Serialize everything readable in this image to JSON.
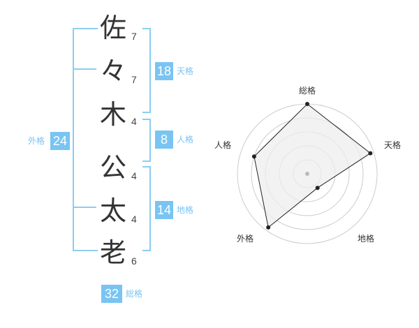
{
  "name": {
    "chars": [
      "佐",
      "々",
      "木",
      "公",
      "太",
      "老"
    ],
    "strokes": [
      "7",
      "7",
      "4",
      "4",
      "4",
      "6"
    ]
  },
  "fortune": {
    "tenkaku": {
      "value": "18",
      "label": "天格"
    },
    "jinkaku": {
      "value": "8",
      "label": "人格"
    },
    "chikaku": {
      "value": "14",
      "label": "地格"
    },
    "gaikaku": {
      "value": "24",
      "label": "外格"
    },
    "soukaku": {
      "value": "32",
      "label": "総格"
    }
  },
  "colors": {
    "accent": "#79c4f2",
    "bracket": "#8ccdf0",
    "polygon_fill": "#eeeeee",
    "grid": "#cccccc"
  },
  "radar": {
    "axes": [
      "総格",
      "天格",
      "地格",
      "外格",
      "人格"
    ],
    "values": [
      1.0,
      0.95,
      0.25,
      0.95,
      0.8
    ],
    "rings": 5
  }
}
